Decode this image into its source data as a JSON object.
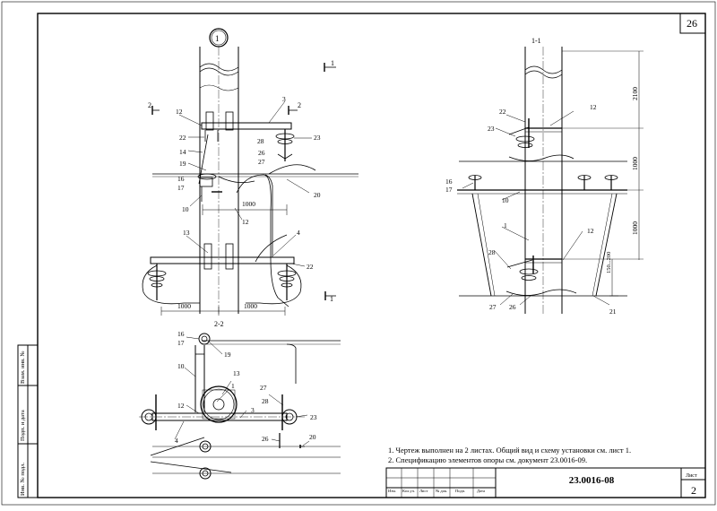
{
  "sheet": {
    "corner_number": "26",
    "sheet_label": "Лист",
    "sheet_number": "2",
    "doc_code": "23.0016-08"
  },
  "notes": [
    "1. Чертеж выполнен на 2 листах. Общий вид и схему установки см. лист 1.",
    "2. Спецификацию элементов опоры см. документ 23.0016-09."
  ],
  "title_block": [
    "Изм.",
    "Кол.уч.",
    "Лист",
    "№ док.",
    "Подп.",
    "Дата"
  ],
  "side_stamp": [
    "Взам. инв. №",
    "Подп. и дата",
    "Инв. № подл."
  ],
  "views": {
    "main_circle": "1",
    "section_1": "1-1",
    "section_2": "2-2",
    "cut_1": "1",
    "cut_2": "2"
  },
  "labels": {
    "l3": "3",
    "l12": "12",
    "l22": "22",
    "l14": "14",
    "l19": "19",
    "l16": "16",
    "l17": "17",
    "l10": "10",
    "l28": "28",
    "l23": "23",
    "l26": "26",
    "l27": "27",
    "l20": "20",
    "l13": "13",
    "l4": "4",
    "l1": "1",
    "l21": "21"
  },
  "dims": {
    "d1000": "1000",
    "d2100": "2100",
    "d150_200": "150...200"
  },
  "colors": {
    "line": "#000000",
    "paper": "#ffffff"
  }
}
